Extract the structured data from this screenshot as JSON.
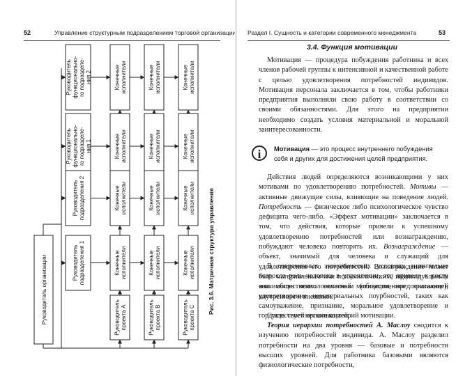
{
  "left": {
    "page_number": "52",
    "running_title": "Управление структурным подразделением торговой организации",
    "diagram": {
      "org_head": "Руководитель организации",
      "projects": [
        [
          "Руководитель",
          "проекта A"
        ],
        [
          "Руководитель",
          "проекта B"
        ],
        [
          "Руководитель",
          "проекта C"
        ]
      ],
      "departments": [
        [
          "Руководитель",
          "функционально-",
          "го подразделе-",
          "ния 2"
        ],
        [
          "Руководитель",
          "функционально-",
          "го подразделе-",
          "ния 1"
        ],
        [
          "Руководитель",
          "подразделения 2"
        ],
        [
          "Руководитель",
          "подразделения 1"
        ]
      ],
      "executor": [
        "Конечные",
        "исполнители"
      ]
    },
    "caption": "Рис. 3.6. Матричная структура управления"
  },
  "right": {
    "page_number": "53",
    "running_title": "Раздел I. Сущность и категории современного менеджмента",
    "section_title": "3.4. Функция мотивации",
    "para1": "Мотивация — процедура побуждения работника и всех членов рабочей группы к интенсивной и качественной работе с целью удовлетворения потребностей индивидов. Мотивация персонала заключается в том, чтобы работники предприятия выполняли свою работу в соответствии со своими обязанностями. Для этого на предприятии необходимо создать условия материальной и моральной заинтересованности.",
    "def_icon": "i",
    "def_term": "Мотивация",
    "def_text": " — это процесс внутреннего побуждения себя и других для достижения целей предприятия.",
    "para2_start": "Действия людей определяются возникающими у них мотивами по удовлетворению потребностей. ",
    "para2_term1": "Мотивы",
    "para2_mid1": " — активные движущие силы, влияющие на поведение людей. ",
    "para2_term2": "Потребность",
    "para2_mid2": " — физическое либо психологическое чувство дефицита чего-либо. «Эффект мотивации» заключается в том, что действия, которые привели к успешному удовлетворению потребностей или вознаграждению, побуждают человека повторять их. ",
    "para2_term3": "Вознаграждение",
    "para2_end": " — объект, значимый для человека и служащий для удовлетворения его потребностей. Вознаграждение может быть материальным или психологическим, индивидуальным или общественно значимым (общественное признание), внутренним и внешним.",
    "para3": "В современных экономических условиях значительно возросла роль человека в управлении, это привело к росту значимости психологической мотивации, предполагающей удовлетворение нематериальных поурбностей, таких как самоуважение, признание, моральное удовлетворение и гордость своей организацией.",
    "para4": "Существует несколько теорий мотивации.",
    "para5_term": "Теория иерархии потребностей А. Маслоу",
    "para5_text": " сводится к изучению потребностей индивида. А. Маслоу разделил потребности на два уровня — базовые и потребности высших уровней. Для работника базовыми являются физиологические потребности,"
  }
}
